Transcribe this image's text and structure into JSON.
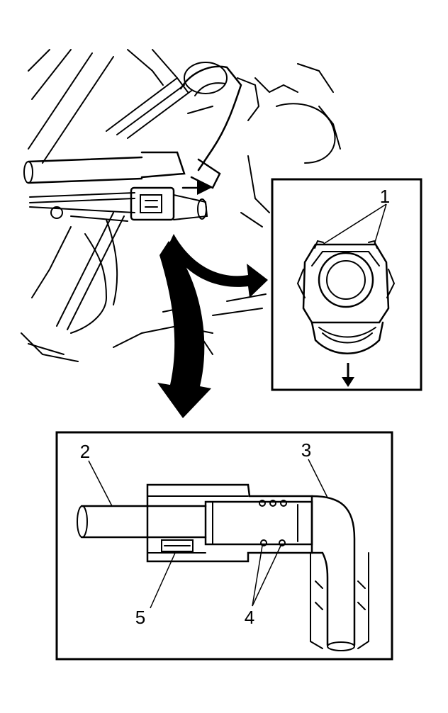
{
  "figure": {
    "callouts": {
      "c1": "1",
      "c2": "2",
      "c3": "3",
      "c4": "4",
      "c5": "5"
    }
  },
  "colors": {
    "ink": "#000000",
    "paper": "#ffffff"
  }
}
